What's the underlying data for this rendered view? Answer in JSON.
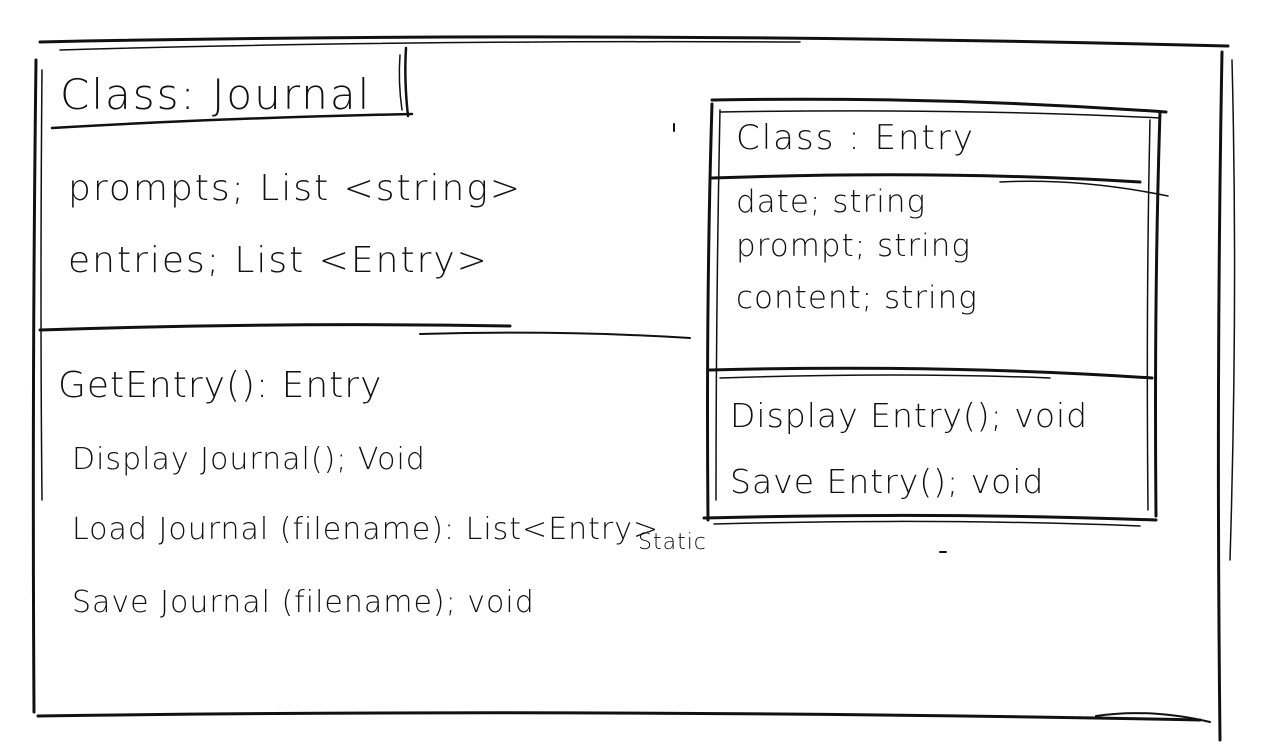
{
  "journal": {
    "title": "Class: Journal",
    "attributes": [
      "prompts; List <string>",
      "entries; List <Entry>"
    ],
    "methods": [
      "GetEntry(): Entry",
      "Display Journal(); Void",
      "Load Journal (filename): List<Entry>",
      "Save Journal (filename); void"
    ],
    "static_note": "Static"
  },
  "entry": {
    "title": "Class : Entry",
    "attributes": [
      "date; string",
      "prompt; string",
      "content; string"
    ],
    "methods": [
      "Display Entry(); void",
      "Save Entry(); void"
    ]
  }
}
